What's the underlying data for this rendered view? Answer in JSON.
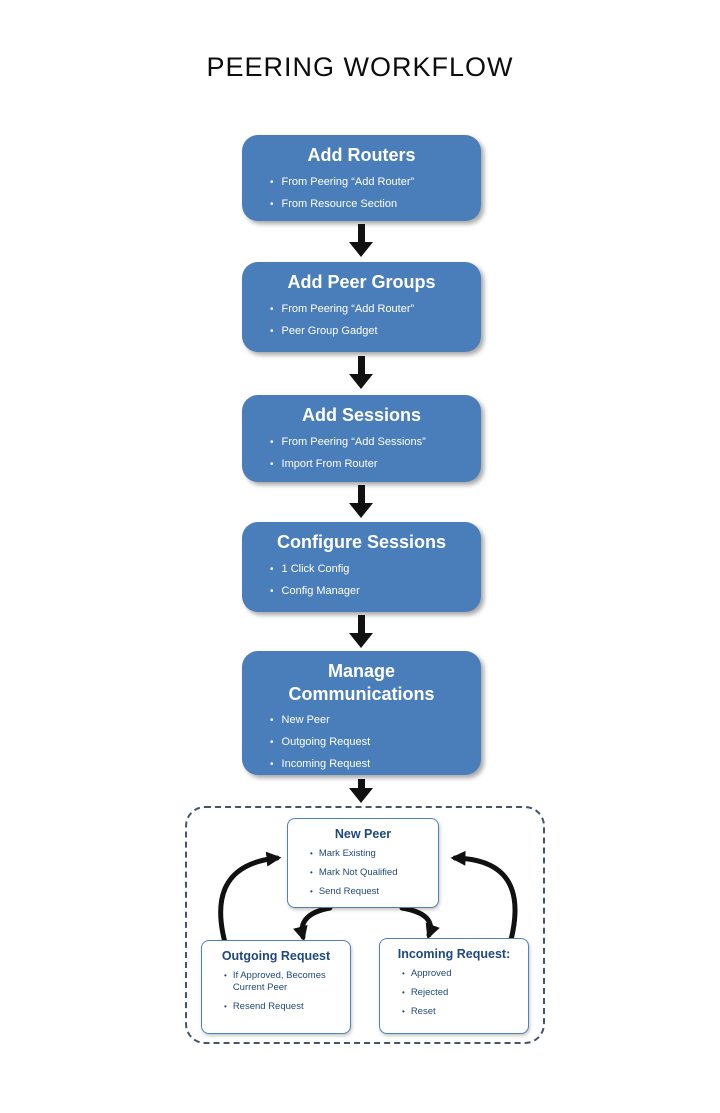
{
  "title": "PEERING WORKFLOW",
  "colors": {
    "box_blue": "#4A7EBB",
    "arrow_black": "#111111",
    "sub_border": "#4F81BD",
    "sub_text": "#1F497D",
    "dashed_border": "#44546A"
  },
  "flow": {
    "steps": [
      {
        "title": "Add Routers",
        "bullets": [
          "From  Peering “Add Router”",
          "From Resource Section"
        ]
      },
      {
        "title": "Add Peer Groups",
        "bullets": [
          "From  Peering “Add Router”",
          "Peer Group Gadget"
        ]
      },
      {
        "title": "Add Sessions",
        "bullets": [
          "From  Peering “Add Sessions”",
          "Import  From Router"
        ]
      },
      {
        "title": "Configure Sessions",
        "bullets": [
          "1 Click Config",
          "Config Manager"
        ]
      },
      {
        "title": "Manage Communications",
        "bullets": [
          "New Peer",
          "Outgoing Request",
          "Incoming Request"
        ]
      }
    ]
  },
  "detail": {
    "new_peer": {
      "title": "New Peer",
      "bullets": [
        "Mark Existing",
        "Mark Not Qualified",
        "Send Request"
      ]
    },
    "outgoing": {
      "title": "Outgoing Request",
      "bullets": [
        "If Approved, Becomes Current Peer",
        "Resend Request"
      ]
    },
    "incoming": {
      "title": "Incoming Request:",
      "bullets": [
        "Approved",
        "Rejected",
        "Reset"
      ]
    }
  }
}
